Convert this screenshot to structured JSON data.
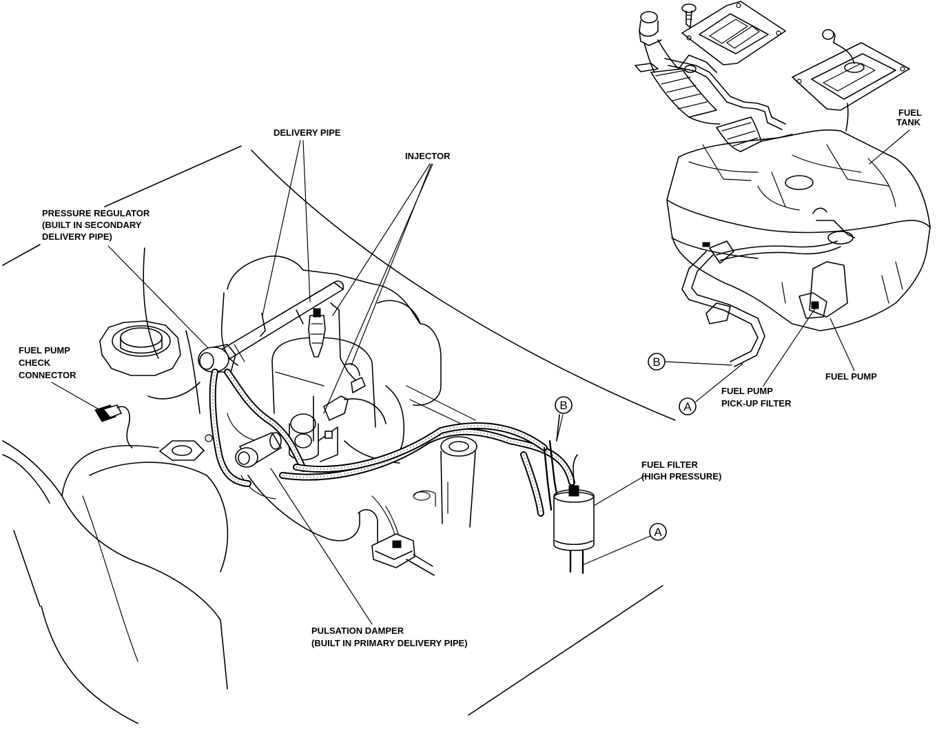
{
  "labels": {
    "delivery_pipe": "DELIVERY PIPE",
    "injector": "INJECTOR",
    "pressure_regulator": [
      "PRESSURE REGULATOR",
      "(BUILT IN SECONDARY",
      "DELIVERY PIPE)"
    ],
    "fuel_pump_check_connector": [
      "FUEL PUMP",
      "CHECK",
      "CONNECTOR"
    ],
    "fuel_tank": [
      "FUEL",
      "TANK"
    ],
    "fuel_pump": "FUEL PUMP",
    "fuel_pump_pickup_filter": [
      "FUEL PUMP",
      "PICK-UP FILTER"
    ],
    "fuel_filter": [
      "FUEL FILTER",
      "(HIGH PRESSURE)"
    ],
    "pulsation_damper": [
      "PULSATION DAMPER",
      "(BUILT IN PRIMARY DELIVERY PIPE)"
    ]
  },
  "connection_markers": {
    "a": "A",
    "b": "B"
  }
}
